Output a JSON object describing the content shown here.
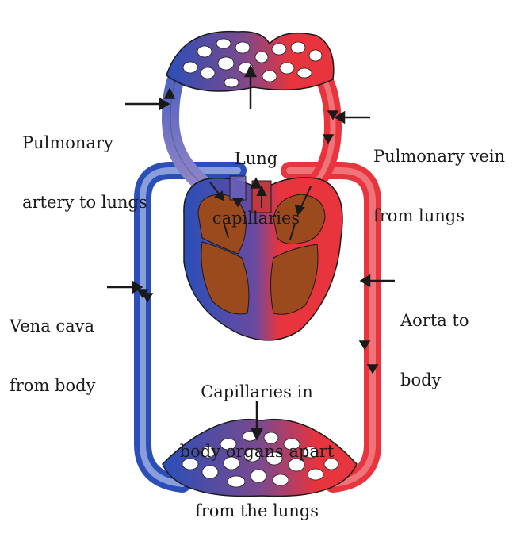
{
  "labels": {
    "pulmonary_artery": [
      "Pulmonary",
      "artery to lungs"
    ],
    "lung_capillaries": [
      "Lung",
      "capillaries"
    ],
    "pulmonary_vein": [
      "Pulmonary vein",
      "from lungs"
    ],
    "vena_cava": [
      "Vena cava",
      "from body"
    ],
    "aorta": [
      "Aorta to",
      "body"
    ],
    "body_capillaries": [
      "Capillaries in",
      "body organs apart",
      "from the lungs"
    ]
  },
  "colors": {
    "oxygenated": "#e8343c",
    "deoxygenated": "#2a4fb8",
    "mixed": "#7a4a8e",
    "heart_muscle": "#9a4a1c",
    "outline": "#1a1a1a"
  }
}
